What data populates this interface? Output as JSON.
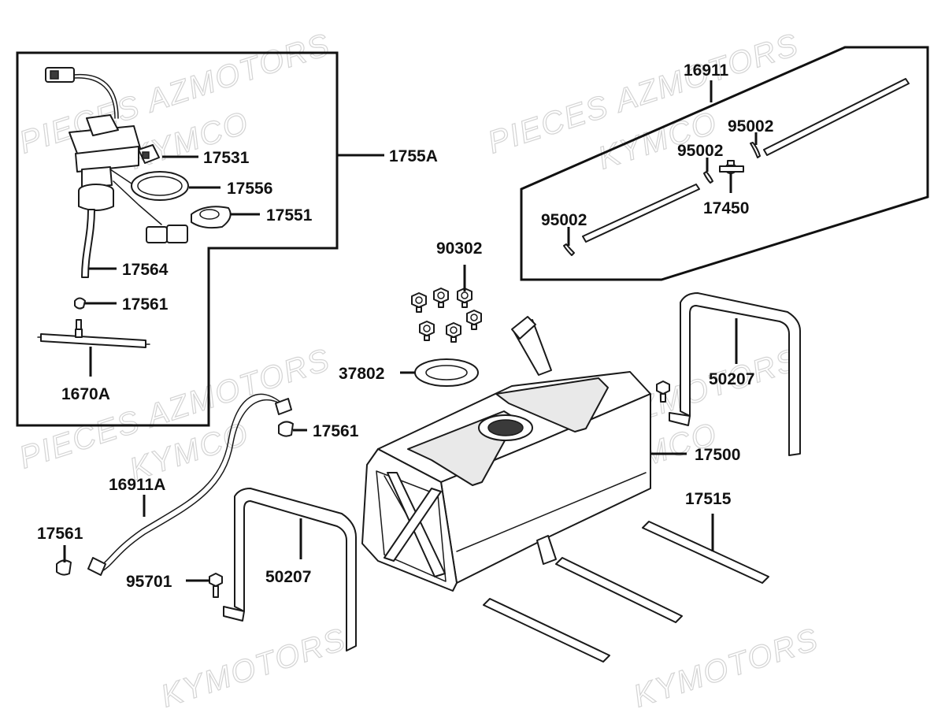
{
  "watermarks": [
    "PIECES AZMOTORS",
    "KYMCO",
    "PIECES AZMOTORS",
    "KYMCO",
    "PIECES AZMOTORS",
    "KYMCO",
    "PIECES AZMOTORS",
    "KYMCO",
    "KYMOTORS",
    "KYMOTORS"
  ],
  "labels": {
    "pump_assembly": "1755A",
    "connector": "17531",
    "gasket": "17556",
    "retaining_ring": "17551",
    "pump_hose": "17564",
    "pump_clamp": "17561",
    "strainer": "1670A",
    "vent_tube_long": "16911",
    "clip_upper_right": "95002",
    "clip_upper_mid": "95002",
    "valve": "17450",
    "clip_left": "95002",
    "bolts": "90302",
    "plate_gasket": "37802",
    "tank": "17500",
    "strap_right": "50207",
    "strap_left": "50207",
    "rubber_pads": "17515",
    "hose_clamp_upper": "17561",
    "breather_hose": "16911A",
    "hose_clamp_lower": "17561",
    "strap_bolt": "95701"
  }
}
